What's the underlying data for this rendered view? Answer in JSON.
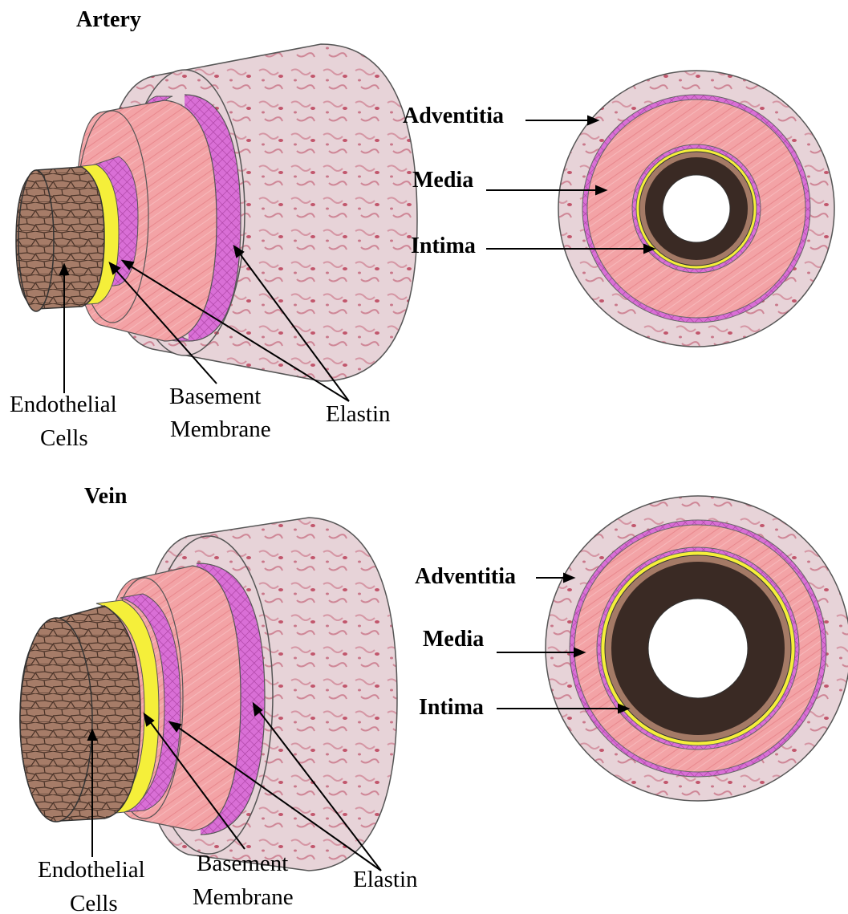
{
  "colors": {
    "adventitia": "#e6c9cf",
    "adventitia_dark": "#c98b99",
    "media": "#f3a3a6",
    "media_dark": "#e48d91",
    "elastin": "#d96fd6",
    "elastin_dark": "#b54bb3",
    "basement_membrane": "#f5ef3a",
    "endothelial": "#a47a66",
    "endothelial_dark": "#5e3f31",
    "lumen_ring": "#3a2a24",
    "outline": "#555555"
  },
  "artery": {
    "title": "Artery",
    "labels": {
      "adventitia": "Adventitia",
      "media": "Media",
      "intima": "Intima",
      "endothelial_line1": "Endothelial",
      "endothelial_line2": "Cells",
      "basement_line1": "Basement",
      "basement_line2": "Membrane",
      "elastin": "Elastin"
    }
  },
  "vein": {
    "title": "Vein",
    "labels": {
      "adventitia": "Adventitia",
      "media": "Media",
      "intima": "Intima",
      "endothelial_line1": "Endothelial",
      "endothelial_line2": "Cells",
      "basement_line1": "Basement",
      "basement_line2": "Membrane",
      "elastin": "Elastin"
    }
  }
}
